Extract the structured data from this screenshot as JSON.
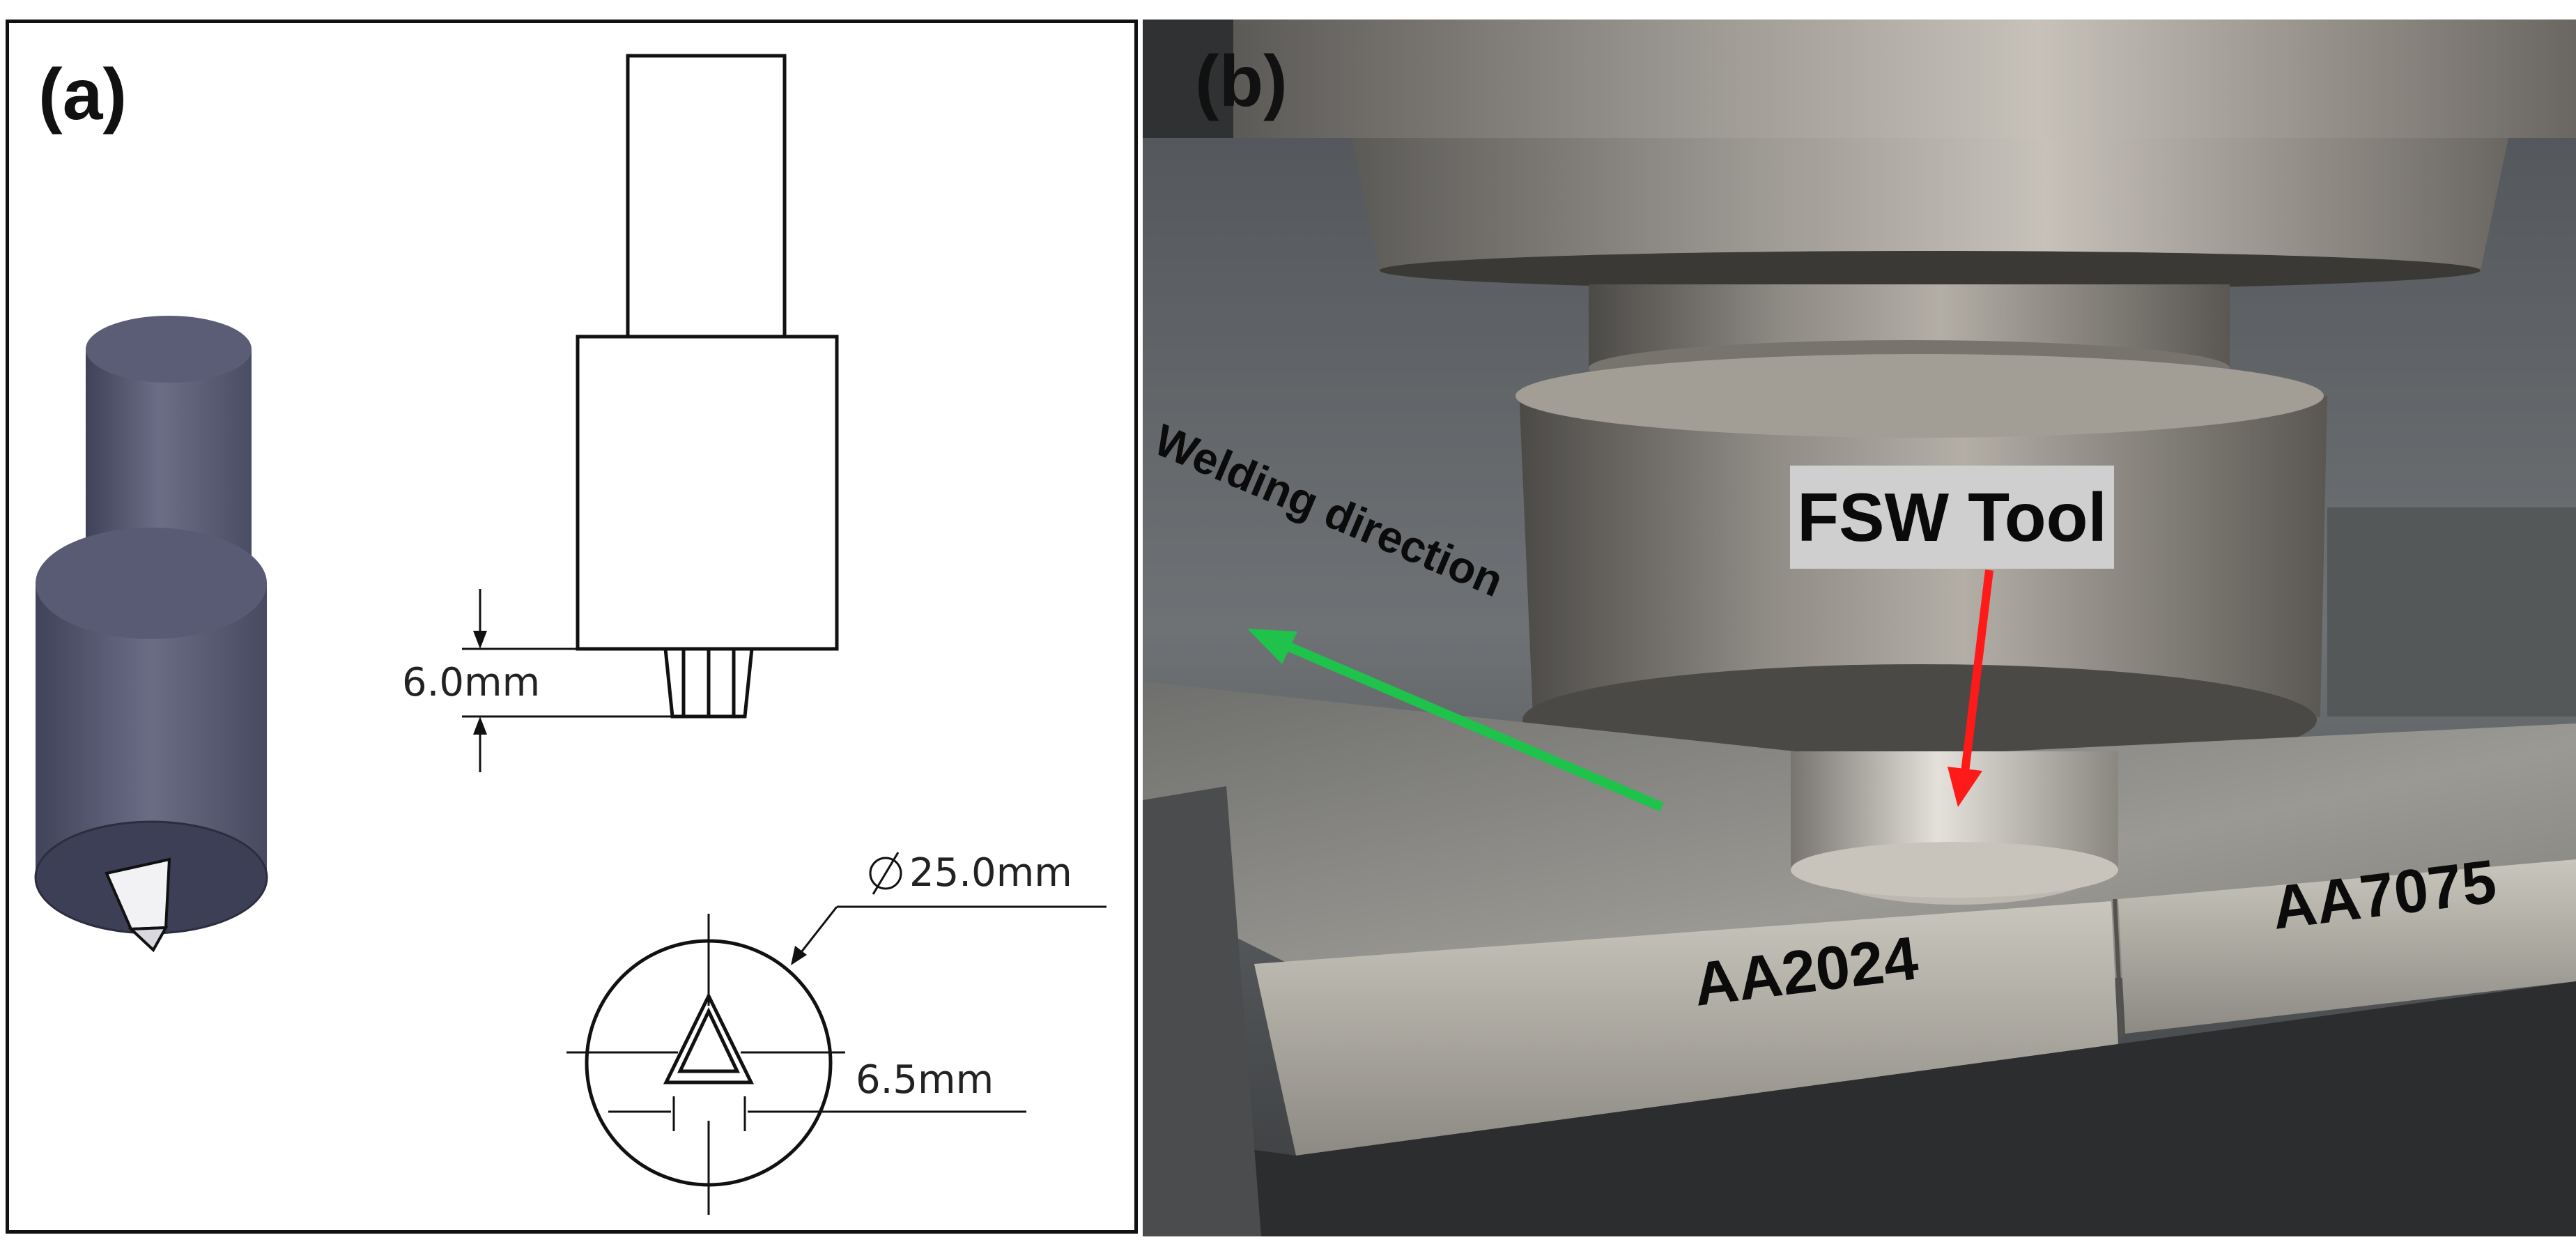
{
  "panel_a": {
    "label": "(a)",
    "dimensions": {
      "pin_length": "6.0mm",
      "shoulder_diameter": "25.0mm",
      "pin_size": "6.5mm"
    }
  },
  "panel_b": {
    "label": "(b)",
    "tool_label": "FSW Tool",
    "direction_label": "Welding direction",
    "plate_left_label": "AA2024",
    "plate_right_label": "AA7075",
    "colors": {
      "direction_arrow": "#1fc24a",
      "tool_arrow": "#ff1a1a"
    }
  }
}
